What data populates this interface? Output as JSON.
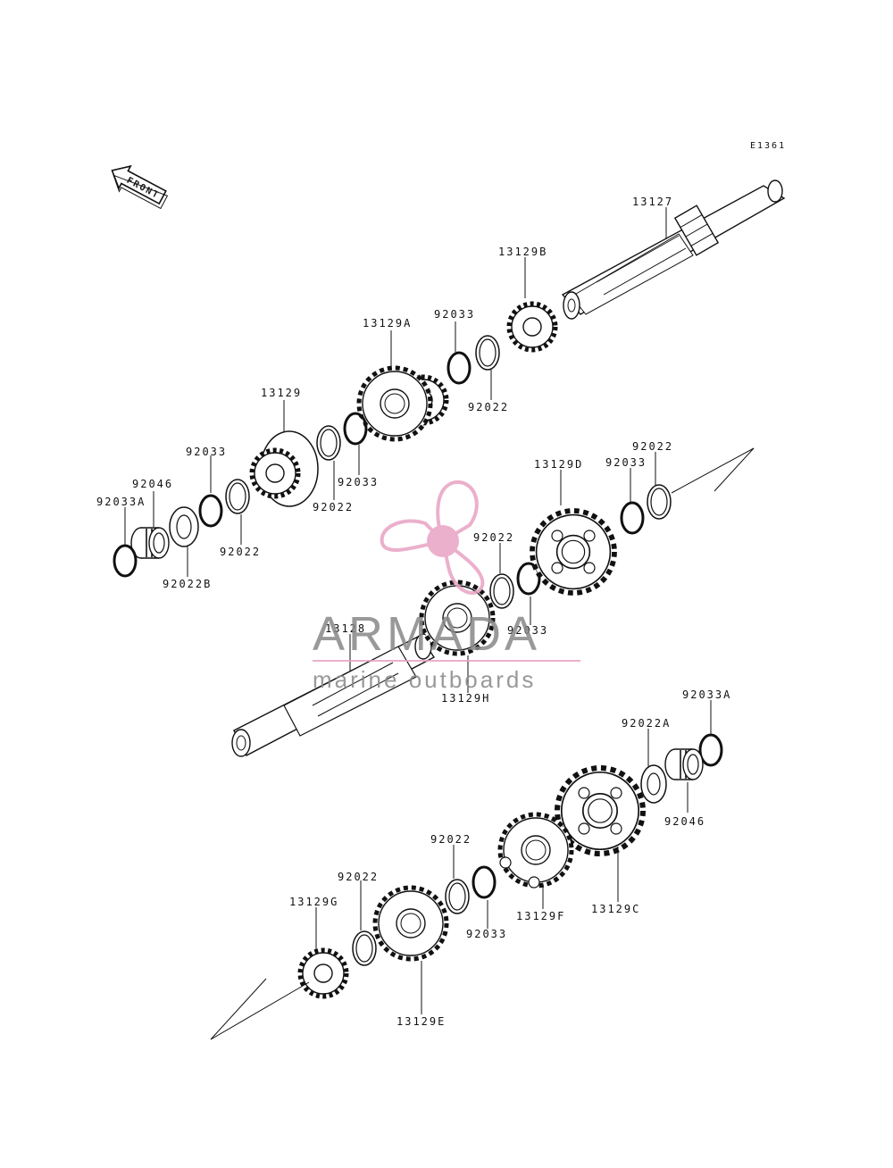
{
  "diagram": {
    "code": "E1361",
    "front_label": "FRONT",
    "parts": {
      "p13127": "13127",
      "p13129B": "13129B",
      "p13129A": "13129A",
      "p92033_a": "92033",
      "p92022_a": "92022",
      "p13129": "13129",
      "p92033_b": "92033",
      "p92022_b": "92022",
      "p92033_c": "92033",
      "p92046_a": "92046",
      "p92033A_a": "92033A",
      "p92022_c": "92022",
      "p92022B": "92022B",
      "p13129D": "13129D",
      "p92033_d": "92033",
      "p92022_d": "92022",
      "p92022_e": "92022",
      "p92033_e": "92033",
      "p13128": "13128",
      "p13129H": "13129H",
      "p92033A_b": "92033A",
      "p92022A": "92022A",
      "p92046_b": "92046",
      "p92022_f": "92022",
      "p92022_g": "92022",
      "p13129G": "13129G",
      "p92033_f": "92033",
      "p13129F": "13129F",
      "p13129C": "13129C",
      "p13129E": "13129E"
    }
  },
  "watermark": {
    "brand": "ARMADA",
    "tagline": "marine outboards",
    "color": "#e8a3c4"
  }
}
